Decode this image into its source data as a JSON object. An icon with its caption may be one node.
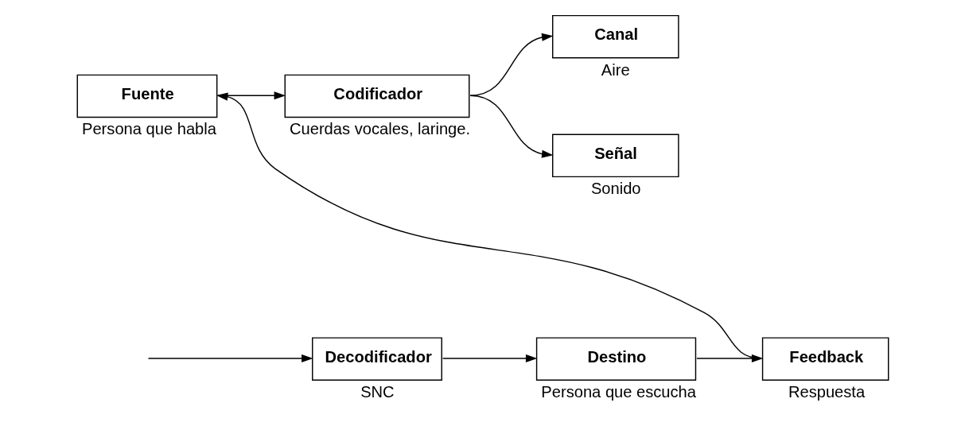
{
  "diagram": {
    "nodes": [
      {
        "text": [
          "Fuente"
        ],
        "beside": [
          "Persona que habla"
        ]
      },
      {
        "text": [
          "Codificador"
        ],
        "beside": [
          "Cuerdas vocales, laringe."
        ]
      },
      {
        "text": [
          "Canal"
        ],
        "beside": [
          "Aire"
        ]
      },
      {
        "text": [
          "Señal"
        ],
        "beside": [
          "Sonido"
        ]
      },
      {
        "text": [
          "Decodificador"
        ],
        "beside": [
          "SNC"
        ]
      },
      {
        "text": [
          "Destino"
        ],
        "beside": [
          "Persona que escucha"
        ]
      },
      {
        "text": [
          "Feedback"
        ],
        "beside": [
          "Respuesta"
        ]
      }
    ],
    "edges": [
      {
        "from": 0,
        "to": 1,
        "arrow": "to"
      },
      {
        "from": 1,
        "to": 2,
        "arrow": "to"
      },
      {
        "from": 1,
        "to": 3,
        "arrow": "to"
      },
      {
        "from": null,
        "to": 4,
        "arrow": "to"
      },
      {
        "from": 4,
        "to": 5,
        "arrow": "to"
      },
      {
        "from": 5,
        "to": 6,
        "arrow": "to"
      },
      {
        "from": 6,
        "to": 0,
        "arrow": "to"
      }
    ]
  }
}
